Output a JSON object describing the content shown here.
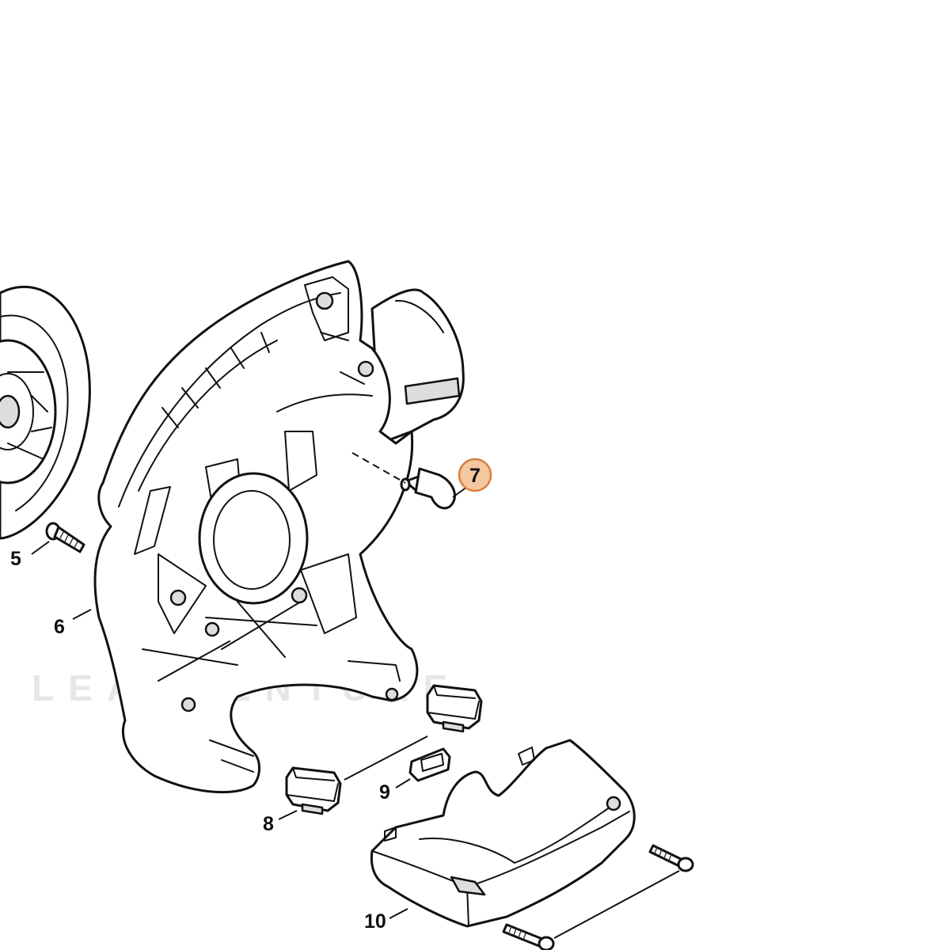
{
  "watermark": "LEAUVENTURE",
  "colors": {
    "highlight_fill": "#f4c7a1",
    "highlight_stroke": "#d9803c",
    "line": "#111111",
    "shade": "#dddddd"
  },
  "callouts": [
    {
      "id": "5",
      "label": "5",
      "highlighted": false
    },
    {
      "id": "6",
      "label": "6",
      "highlighted": false
    },
    {
      "id": "7",
      "label": "7",
      "highlighted": true
    },
    {
      "id": "8",
      "label": "8",
      "highlighted": false
    },
    {
      "id": "9",
      "label": "9",
      "highlighted": false
    },
    {
      "id": "10",
      "label": "10",
      "highlighted": false
    }
  ]
}
